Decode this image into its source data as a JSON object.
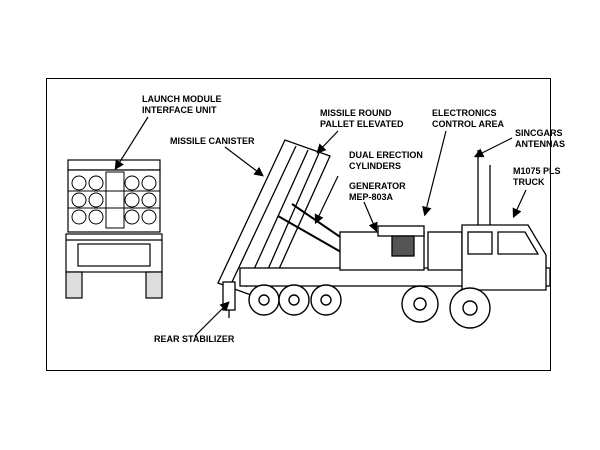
{
  "labels": {
    "launch_module": "LAUNCH MODULE\nINTERFACE UNIT",
    "missile_canister": "MISSILE CANISTER",
    "missile_round": "MISSILE ROUND\nPALLET ELEVATED",
    "electronics": "ELECTRONICS\nCONTROL AREA",
    "sincgars": "SINCGARS\nANTENNAS",
    "dual_erection": "DUAL ERECTION\nCYLINDERS",
    "generator": "GENERATOR\nMEP-803A",
    "m1075": "M1075 PLS\nTRUCK",
    "rear_stabilizer": "REAR STABILIZER"
  }
}
